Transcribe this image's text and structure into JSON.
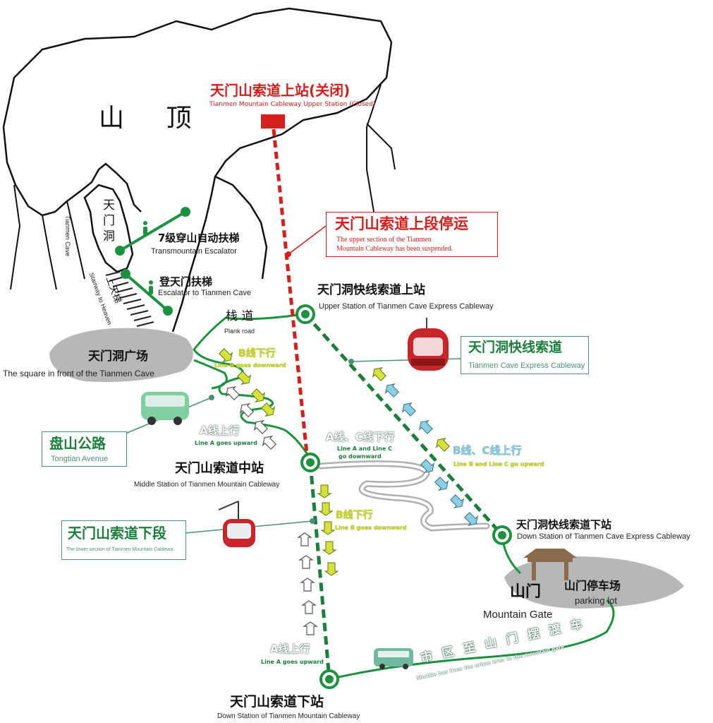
{
  "summit": {
    "label": "山 顶"
  },
  "upper_station": {
    "cn": "天门山索道上站(关闭)",
    "en": "Tianmen Mountain Cableway Upper Station (Closed)"
  },
  "suspended": {
    "cn": "天门山索道上段停运",
    "en1": "The upper section of the Tianmen",
    "en2": "Mountain Cableway has been suspended."
  },
  "tianmen_cave": {
    "cn": "天门洞",
    "en": "Tianmen Cave"
  },
  "transmountain_escalator": {
    "cn": "7级穿山自动扶梯",
    "en": "Transmountain Escalator"
  },
  "escalator_to_cave": {
    "cn": "登天门扶梯",
    "en": "Escalator to Tianmen Cave"
  },
  "stairway": {
    "cn": "上天梯",
    "en": "Stairway to Heaven"
  },
  "plank_road": {
    "cn": "栈 道",
    "en": "Plank road"
  },
  "express_upper": {
    "cn": "天门洞快线索道上站",
    "en": "Upper Station of Tianmen Cave Express Cableway"
  },
  "square": {
    "cn": "天门洞广场",
    "en": "The square in front of the Tianmen Cave"
  },
  "express_cableway": {
    "cn": "天门洞快线索道",
    "en": "Tianmen Cave Express Cableway"
  },
  "line_b_down_top": {
    "cn": "B线下行",
    "en": "Line B goes downward"
  },
  "tongtian": {
    "cn": "盘山公路",
    "en": "Tongtian Avenue"
  },
  "line_a_up_top": {
    "cn": "A线上行",
    "en": "Line A goes upward"
  },
  "line_ac_down": {
    "cn": "A线、C线下行",
    "en1": "Line A and Line C",
    "en2": "go downward"
  },
  "line_bc_up": {
    "cn": "B线、C线上行",
    "en": "Line B and Line C go upward"
  },
  "middle_station": {
    "cn": "天门山索道中站",
    "en": "Middle Station of Tianmen Mountain Cableway"
  },
  "line_b_down_bottom": {
    "cn": "B线下行",
    "en": "Line B goes downward"
  },
  "lower_section": {
    "cn": "天门山索道下段",
    "en": "The lower section of Tianmen Mountain Cablewa"
  },
  "express_down": {
    "cn": "天门洞快线索道下站",
    "en": "Down Station of Tianmen Cave Express Cableway"
  },
  "mountain_gate": {
    "cn": "山门",
    "en": "Mountain Gate"
  },
  "parking": {
    "cn": "山门停车场",
    "en": "parking lot"
  },
  "line_a_up_bottom": {
    "cn": "A线上行",
    "en": "Line A goes upward"
  },
  "shuttle": {
    "cn": "市区至山门摆渡车",
    "en": "Shuttle bus from the urban area to the mountain gate"
  },
  "down_station": {
    "cn": "天门山索道下站",
    "en": "Down Station of Tianmen Mountain Cableway"
  },
  "colors": {
    "green": "#1c7d3c",
    "red": "#d4201d",
    "box_border": "#4f8f73",
    "yellow": "#d6e23a",
    "blue": "#8ccfe2",
    "gray": "#b9b9b9"
  }
}
